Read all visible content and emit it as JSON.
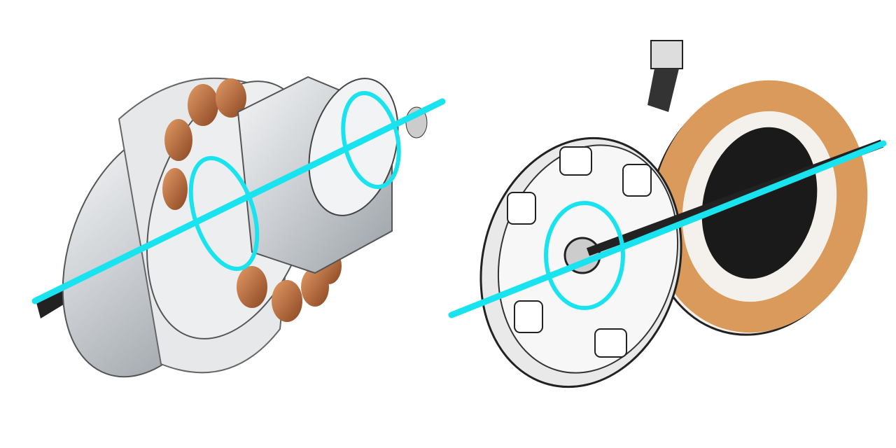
{
  "colors": {
    "background": "#ffffff",
    "axis_highlight": "#19e3ee",
    "copper": "#c9733f",
    "copper_dark": "#8a4622",
    "metal": "#d9dcdf",
    "metal_dark": "#8d9196",
    "ink": "#1a1a1a",
    "tan_coil": "#d99a5b"
  },
  "figures": [
    {
      "id": "left-motor",
      "style": "watercolor",
      "highlight_rings": 2
    },
    {
      "id": "right-hub-motor",
      "style": "ink-sketch",
      "highlight_rings": 1
    }
  ]
}
